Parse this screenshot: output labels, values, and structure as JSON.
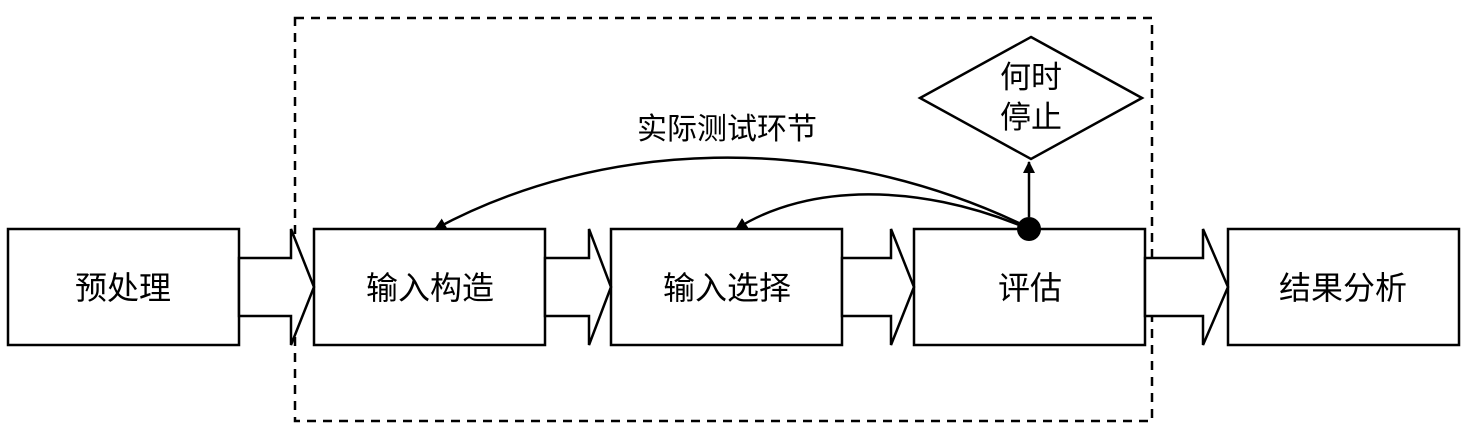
{
  "stages": {
    "preprocess": "预处理",
    "input_construct": "输入构造",
    "input_select": "输入选择",
    "evaluate": "评估",
    "result_analysis": "结果分析"
  },
  "decision": {
    "line1": "何时",
    "line2": "停止"
  },
  "loop_label": "实际测试环节",
  "colors": {
    "stroke": "#000000",
    "fill": "#ffffff"
  }
}
